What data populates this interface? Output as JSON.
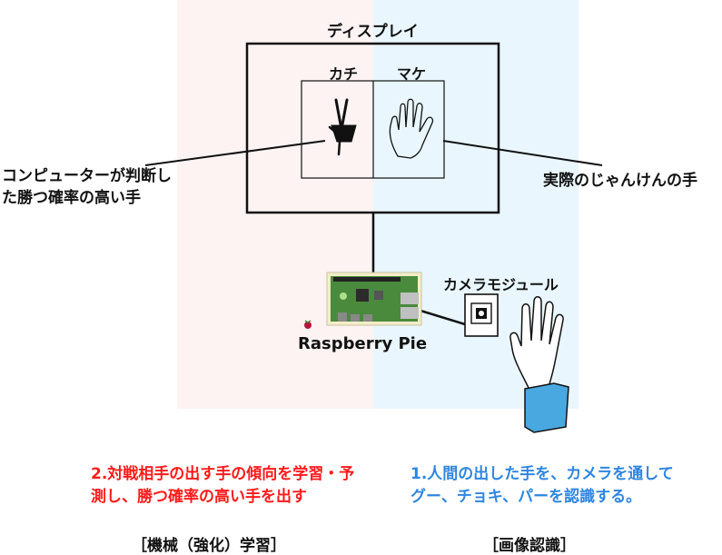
{
  "display": {
    "label": "ディスプレイ"
  },
  "screen": {
    "win_label": "カチ",
    "lose_label": "マケ"
  },
  "computer_hand_label": "コンピューターが判断した勝つ確率の高い手",
  "actual_hand_label": "実際のじゃんけんの手",
  "camera_label": "カメラモジュール",
  "device_label": "Raspberry Pie",
  "machine_learning": {
    "description": "2.対戦相手の出す手の傾向を学習・予測し、勝つ確率の高い手を出す",
    "title": "［機械（強化）学習］"
  },
  "image_recognition": {
    "description": "1.人間の出した手を、カメラを通してグー、チョキ、パーを認識する。",
    "title": "［画像認識］"
  },
  "colors": {
    "ml_text": "#ff1a1a",
    "ir_text": "#2f86e0",
    "left_bg": "#fdf3f3",
    "right_bg": "#e9f6fd",
    "sleeve": "#4aa8e0"
  }
}
